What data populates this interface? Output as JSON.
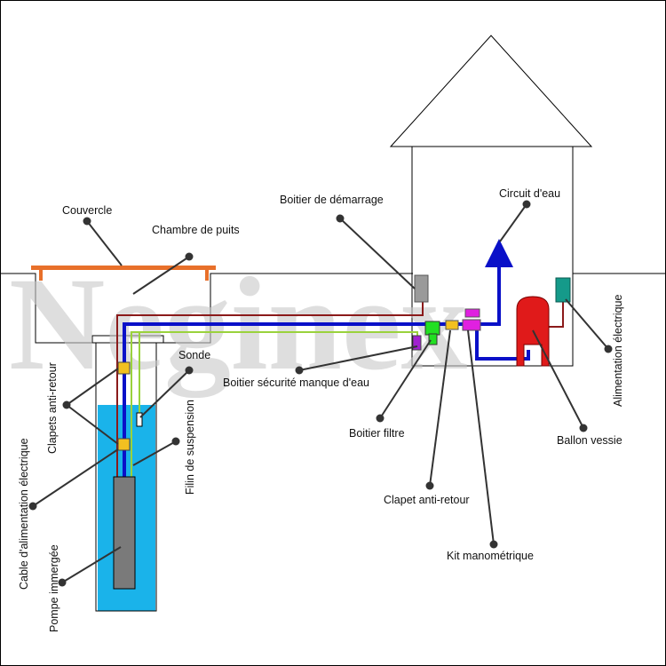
{
  "watermark": "Neginex",
  "labels": {
    "couvercle": "Couvercle",
    "chambre": "Chambre de puits",
    "boitier_demarrage": "Boitier de démarrage",
    "circuit_eau": "Circuit d'eau",
    "alimentation": "Alimentation électrique",
    "sonde": "Sonde",
    "clapets": "Clapets anti-retour",
    "cable": "Cable d'alimentation électrique",
    "filin": "Filin de suspension",
    "pompe": "Pompe immergée",
    "securite": "Boitier sécurité manque d'eau",
    "filtre": "Boitier filtre",
    "clapet": "Clapet anti-retour",
    "kit": "Kit manométrique",
    "ballon": "Ballon vessie"
  },
  "colors": {
    "water": "#1ab3ea",
    "pipe": "#0a10c8",
    "cable": "#8b1a1a",
    "suspension": "#9ad23c",
    "lid": "#e8702a",
    "valve": "#f2c020",
    "tank": "#e01a1a",
    "starter": "#9a9a9a",
    "power_box": "#159a8a",
    "filter": "#22e022",
    "manometer": "#e020e0",
    "safety": "#a020d0",
    "pump": "#7a7a7a"
  }
}
